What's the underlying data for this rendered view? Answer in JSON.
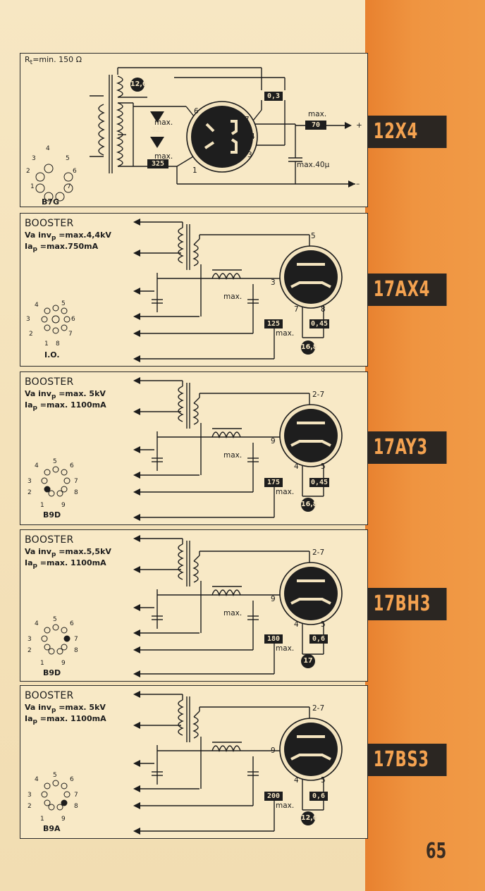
{
  "page_number": "65",
  "circuits": [
    {
      "tube": "12X4",
      "resistance_label": "R",
      "resistance_sub": "t",
      "resistance_value": "=min. 150 Ω",
      "socket": "B7G",
      "pins": [
        "1",
        "2",
        "3",
        "4",
        "5",
        "6",
        "7"
      ],
      "filament_voltage": "12,6",
      "heater_current": "0,3",
      "max_voltage_label": "max.",
      "max_voltage": "325",
      "anode_pins": [
        "6",
        "1"
      ],
      "cathode_pins": [
        "7",
        "4",
        "3"
      ],
      "output_current_label": "max.",
      "output_current": "70",
      "capacitor_label": "max.40μ",
      "plus": "+",
      "minus": "–"
    },
    {
      "tube": "17AX4",
      "title": "BOOSTER",
      "spec_line1_prefix": "Va inv",
      "spec_line1_sub": "p",
      "spec_line1_value": " =max.4,4kV",
      "spec_line2_prefix": "Ia",
      "spec_line2_sub": "p",
      "spec_line2_value": " =max.750mA",
      "socket": "I.O.",
      "pins": [
        "1",
        "2",
        "3",
        "4",
        "5",
        "6",
        "7",
        "8"
      ],
      "anode_pin": "5",
      "cathode_pin": "3",
      "heater_pins": [
        "7",
        "8"
      ],
      "max_label": "max.",
      "max_label2": "max.",
      "voltage_box": "125",
      "current_box": "0,45",
      "filament_voltage": "16,8"
    },
    {
      "tube": "17AY3",
      "title": "BOOSTER",
      "spec_line1_prefix": "Va inv",
      "spec_line1_sub": "p",
      "spec_line1_value": " =max. 5kV",
      "spec_line2_prefix": "Ia",
      "spec_line2_sub": "p",
      "spec_line2_value": " =max. 1100mA",
      "socket": "B9D",
      "pins": [
        "1",
        "2",
        "3",
        "4",
        "5",
        "6",
        "7",
        "8",
        "9"
      ],
      "anode_pin": "2-7",
      "cathode_pin": "9",
      "heater_pins": [
        "4",
        "5"
      ],
      "max_label": "max.",
      "max_label2": "max.",
      "voltage_box": "175",
      "current_box": "0,45",
      "filament_voltage": "16,8"
    },
    {
      "tube": "17BH3",
      "title": "BOOSTER",
      "spec_line1_prefix": "Va inv",
      "spec_line1_sub": "p",
      "spec_line1_value": " =max.5,5kV",
      "spec_line2_prefix": "Ia",
      "spec_line2_sub": "p",
      "spec_line2_value": " =max. 1100mA",
      "socket": "B9D",
      "pins": [
        "1",
        "2",
        "3",
        "4",
        "5",
        "6",
        "7",
        "8",
        "9"
      ],
      "anode_pin": "2-7",
      "cathode_pin": "9",
      "heater_pins": [
        "4",
        "5"
      ],
      "max_label": "max.",
      "max_label2": "max.",
      "voltage_box": "180",
      "current_box": "0,6",
      "filament_voltage": "17"
    },
    {
      "tube": "17BS3",
      "title": "BOOSTER",
      "spec_line1_prefix": "Va inv",
      "spec_line1_sub": "p",
      "spec_line1_value": " =max. 5kV",
      "spec_line2_prefix": "Ia",
      "spec_line2_sub": "p",
      "spec_line2_value": " =max. 1100mA",
      "socket": "B9A",
      "pins": [
        "1",
        "2",
        "3",
        "4",
        "5",
        "6",
        "7",
        "8",
        "9"
      ],
      "anode_pin": "2-7",
      "cathode_pin": "9",
      "heater_pins": [
        "4",
        "5"
      ],
      "max_label": "",
      "max_label2": "max.",
      "voltage_box": "200",
      "current_box": "0,6",
      "filament_voltage": "12,6"
    }
  ]
}
